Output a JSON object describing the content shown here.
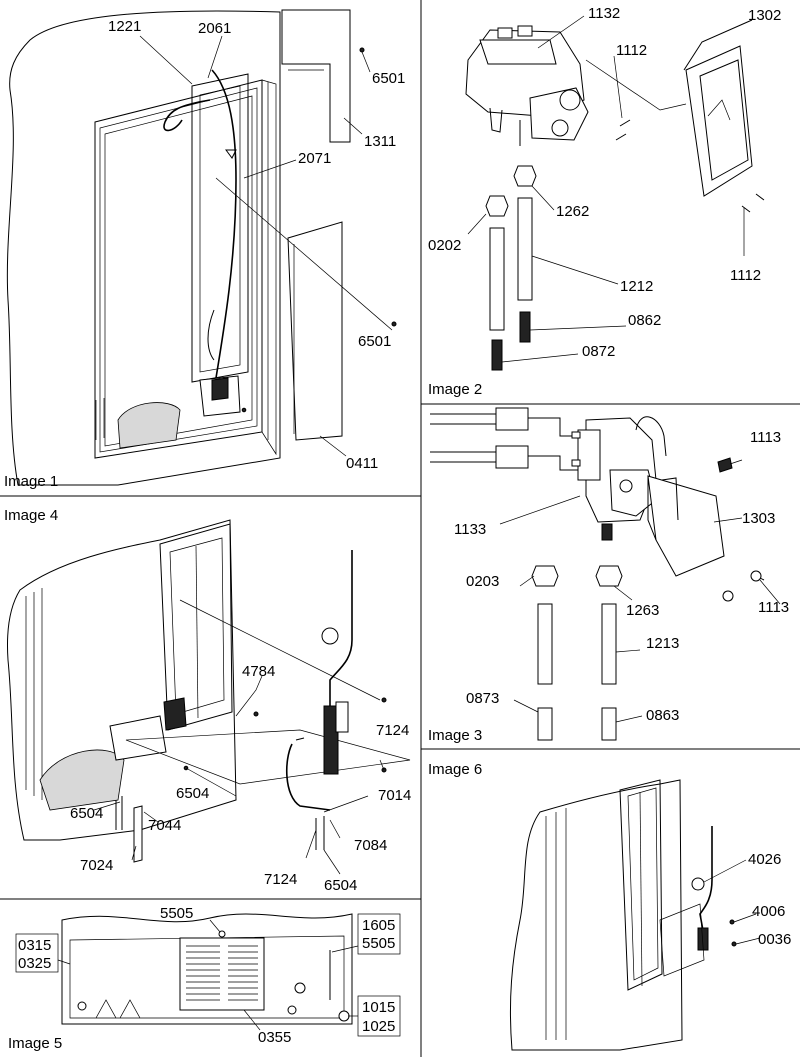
{
  "panels": [
    {
      "id": "image1",
      "label": "Image 1",
      "callouts": [
        "1221",
        "2061",
        "6501",
        "1311",
        "2071",
        "6501",
        "0411"
      ]
    },
    {
      "id": "image2",
      "label": "Image 2",
      "callouts": [
        "1132",
        "1302",
        "1112",
        "1262",
        "0202",
        "1212",
        "1112",
        "0862",
        "0872"
      ]
    },
    {
      "id": "image3",
      "label": "Image 3",
      "callouts": [
        "1113",
        "1133",
        "1303",
        "0203",
        "1263",
        "1113",
        "1213",
        "0873",
        "0863"
      ]
    },
    {
      "id": "image4",
      "label": "Image 4",
      "callouts": [
        "4784",
        "7124",
        "6504",
        "7014",
        "6504",
        "7044",
        "7084",
        "7024",
        "7124",
        "6504"
      ]
    },
    {
      "id": "image5",
      "label": "Image 5",
      "callouts": [
        "5505",
        "0315",
        "0325",
        "1605",
        "5505",
        "1015",
        "1025",
        "0355"
      ]
    },
    {
      "id": "image6",
      "label": "Image 6",
      "callouts": [
        "4026",
        "4006",
        "0036"
      ]
    }
  ]
}
